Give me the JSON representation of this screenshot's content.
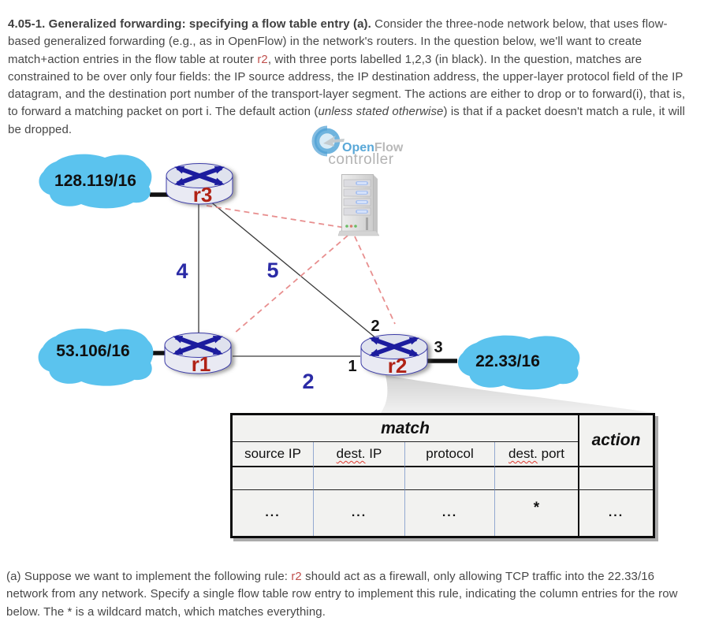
{
  "intro": {
    "bold": "4.05-1. Generalized forwarding: specifying a flow table entry (a).",
    "t1": " Consider the three-node network below, that uses flow-based generalized forwarding (e.g., as in OpenFlow) in the network's routers. In the question below, we'll want to create match+action entries in the flow table at router ",
    "r2": "r2",
    "t2": ", with three ports labelled 1,2,3 (in black). In the question, matches are constrained to be over only four fields: the IP source address, the IP destination address, the upper-layer protocol field of the IP datagram, and the destination port number of the transport-layer segment. The actions are either to drop or to forward(i), that is, to forward a matching packet on port i. The default action (",
    "italic": "unless stated otherwise",
    "t3": ") is that if a packet doesn't match a rule, it will be dropped."
  },
  "question": {
    "t1": "(a) Suppose we want to implement the following rule: ",
    "r2": "r2",
    "t2": " should act as a firewall, only allowing TCP traffic into the 22.33/16 network from any network. Specify a single flow table row entry to implement this rule, indicating the column entries for the row below. The * is a wildcard match, which matches everything."
  },
  "diagram": {
    "controller": {
      "brand_open": "Open",
      "brand_flow": "Flow",
      "caption": "controller"
    },
    "networks": {
      "n128": "128.119/16",
      "n53": "53.106/16",
      "n22": "22.33/16"
    },
    "routers": {
      "r1": "r1",
      "r2": "r2",
      "r3": "r3"
    },
    "link_labels": {
      "l4": "4",
      "l5": "5",
      "l2": "2"
    },
    "port_labels": {
      "p1": "1",
      "p2": "2",
      "p3": "3"
    },
    "colors": {
      "cloud": "#5bc3ee",
      "router_label": "#b02412",
      "link_label": "#2b2ba6",
      "port_label": "#141414",
      "dashed_line": "#e88f8f",
      "controller_blue": "#59a8d8",
      "table_bg": "#f2f2f0",
      "column_divider_blue": "#93a9d1",
      "inline_r2_red": "#c0504d"
    }
  },
  "flow_table": {
    "match_header": "match",
    "action_header": "action",
    "columns": {
      "c1": "source IP",
      "c2_squig": "dest.",
      "c2_rest": " IP",
      "c3": "protocol",
      "c4_squig": "dest.",
      "c4_rest": " port"
    },
    "values": {
      "v1": "...",
      "v2": "...",
      "v3": "...",
      "v4": "*",
      "action": "..."
    }
  }
}
